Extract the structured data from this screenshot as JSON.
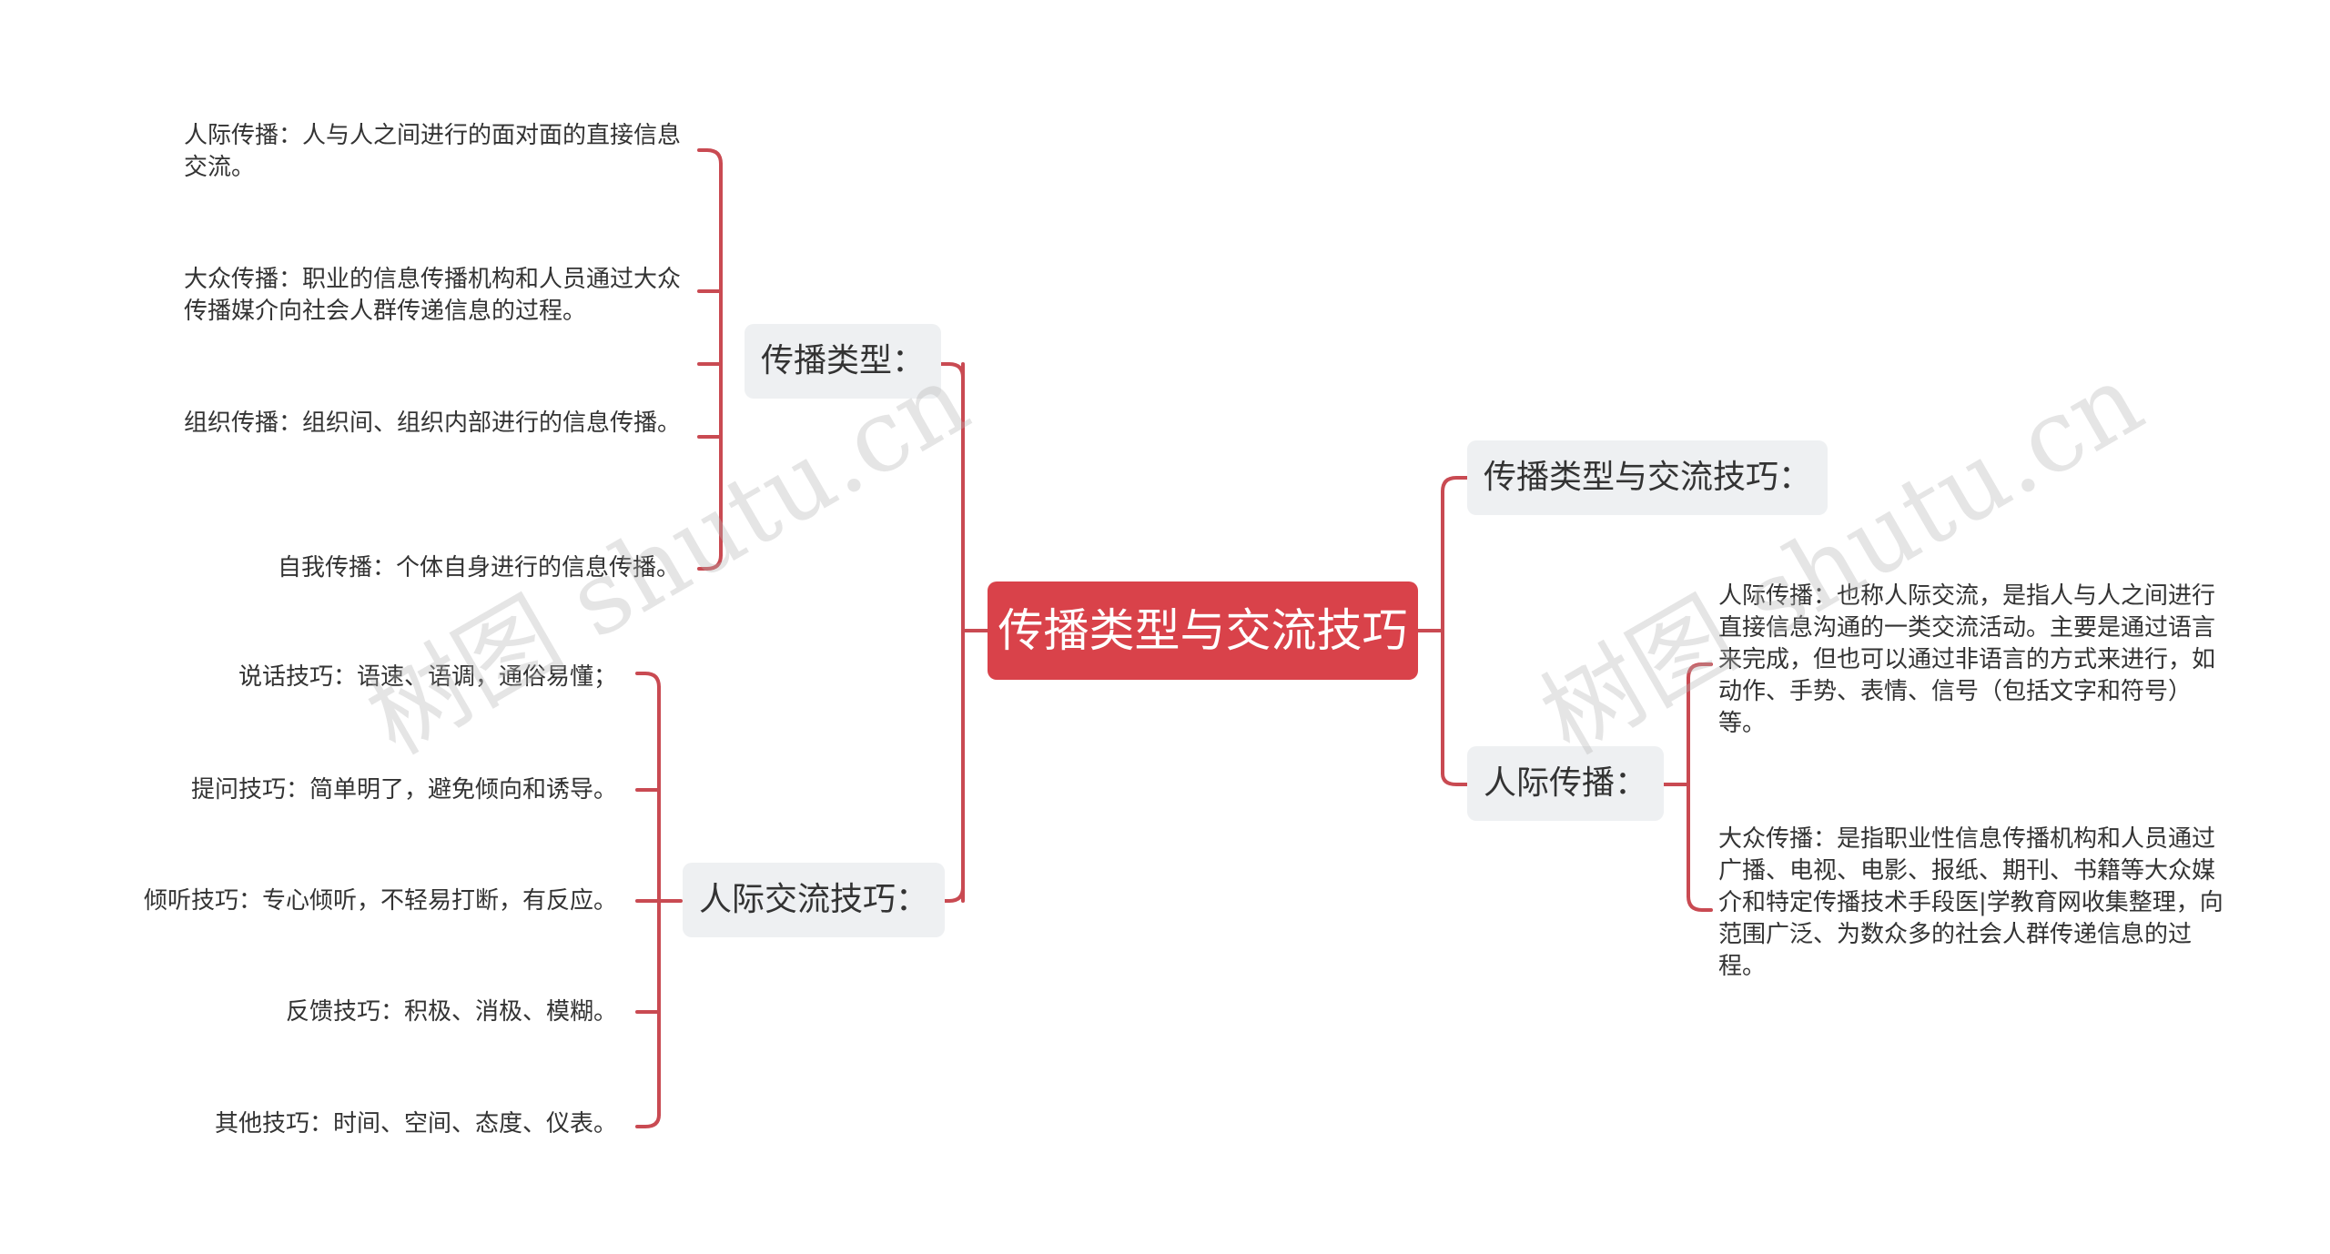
{
  "root": {
    "label": "传播类型与交流技巧"
  },
  "left": [
    {
      "label": "传播类型：",
      "children": [
        "人际传播：人与人之间进行的面对面的直接信息交流。",
        "大众传播：职业的信息传播机构和人员通过大众传播媒介向社会人群传递信息的过程。",
        "组织传播：组织间、组织内部进行的信息传播。",
        "自我传播：个体自身进行的信息传播。"
      ]
    },
    {
      "label": "人际交流技巧：",
      "children": [
        "说话技巧：语速、语调，通俗易懂；",
        "提问技巧：简单明了，避免倾向和诱导。",
        "倾听技巧：专心倾听，不轻易打断，有反应。",
        "反馈技巧：积极、消极、模糊。",
        "其他技巧：时间、空间、态度、仪表。"
      ]
    }
  ],
  "right": [
    {
      "label": "传播类型与交流技巧：",
      "children": []
    },
    {
      "label": "人际传播：",
      "children": [
        "人际传播：也称人际交流，是指人与人之间进行直接信息沟通的一类交流活动。主要是通过语言来完成，但也可以通过非语言的方式来进行，如动作、手势、表情、信号（包括文字和符号）等。",
        "大众传播：是指职业性信息传播机构和人员通过广播、电视、电影、报纸、期刊、书籍等大众媒介和特定传播技术手段医|学教育网收集整理，向范围广泛、为数众多的社会人群传递信息的过程。"
      ]
    }
  ],
  "watermark": "树图 shutu.cn",
  "colors": {
    "accent": "#d9424a",
    "line": "#c94a52",
    "branch_bg": "#eef0f2"
  }
}
